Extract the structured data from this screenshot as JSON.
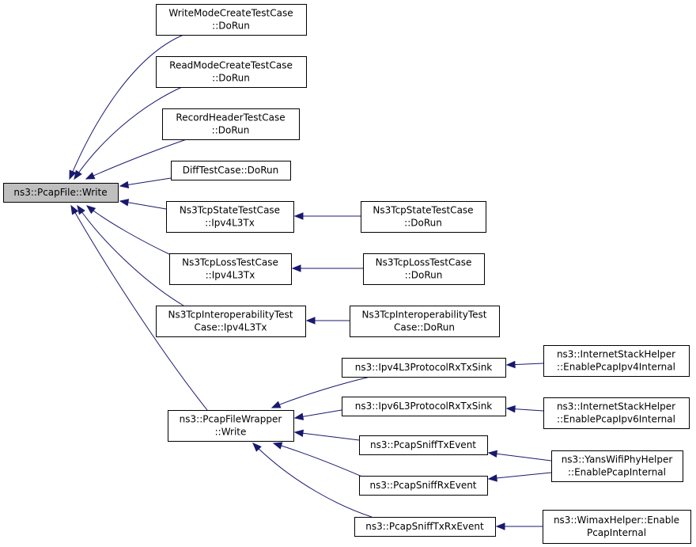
{
  "diagram": {
    "nodes": [
      {
        "id": "pcapfile_write",
        "lines": [
          "ns3::PcapFile::Write"
        ],
        "root": true
      },
      {
        "id": "writemode",
        "lines": [
          "WriteModeCreateTestCase",
          "::DoRun"
        ]
      },
      {
        "id": "readmode",
        "lines": [
          "ReadModeCreateTestCase",
          "::DoRun"
        ]
      },
      {
        "id": "recordheader",
        "lines": [
          "RecordHeaderTestCase",
          "::DoRun"
        ]
      },
      {
        "id": "difftest",
        "lines": [
          "DiffTestCase::DoRun"
        ]
      },
      {
        "id": "tcpstate_ipv4",
        "lines": [
          "Ns3TcpStateTestCase",
          "::Ipv4L3Tx"
        ]
      },
      {
        "id": "tcpstate_dorun",
        "lines": [
          "Ns3TcpStateTestCase",
          "::DoRun"
        ]
      },
      {
        "id": "tcploss_ipv4",
        "lines": [
          "Ns3TcpLossTestCase",
          "::Ipv4L3Tx"
        ]
      },
      {
        "id": "tcploss_dorun",
        "lines": [
          "Ns3TcpLossTestCase",
          "::DoRun"
        ]
      },
      {
        "id": "tcpinterop_ipv4",
        "lines": [
          "Ns3TcpInteroperabilityTest",
          "Case::Ipv4L3Tx"
        ]
      },
      {
        "id": "tcpinterop_dorun",
        "lines": [
          "Ns3TcpInteroperabilityTest",
          "Case::DoRun"
        ]
      },
      {
        "id": "wrapper_write",
        "lines": [
          "ns3::PcapFileWrapper",
          "::Write"
        ]
      },
      {
        "id": "ipv4sink",
        "lines": [
          "ns3::Ipv4L3ProtocolRxTxSink"
        ]
      },
      {
        "id": "ipv6sink",
        "lines": [
          "ns3::Ipv6L3ProtocolRxTxSink"
        ]
      },
      {
        "id": "snifftx",
        "lines": [
          "ns3::PcapSniffTxEvent"
        ]
      },
      {
        "id": "sniffrx",
        "lines": [
          "ns3::PcapSniffRxEvent"
        ]
      },
      {
        "id": "snifftxrx",
        "lines": [
          "ns3::PcapSniffTxRxEvent"
        ]
      },
      {
        "id": "inet_ipv4",
        "lines": [
          "ns3::InternetStackHelper",
          "::EnablePcapIpv4Internal"
        ]
      },
      {
        "id": "inet_ipv6",
        "lines": [
          "ns3::InternetStackHelper",
          "::EnablePcapIpv6Internal"
        ]
      },
      {
        "id": "yans",
        "lines": [
          "ns3::YansWifiPhyHelper",
          "::EnablePcapInternal"
        ]
      },
      {
        "id": "wimax",
        "lines": [
          "ns3::WimaxHelper::Enable",
          "PcapInternal"
        ]
      }
    ],
    "edges": [
      {
        "from": "writemode",
        "to": "pcapfile_write"
      },
      {
        "from": "readmode",
        "to": "pcapfile_write"
      },
      {
        "from": "recordheader",
        "to": "pcapfile_write"
      },
      {
        "from": "difftest",
        "to": "pcapfile_write"
      },
      {
        "from": "tcpstate_ipv4",
        "to": "pcapfile_write"
      },
      {
        "from": "tcploss_ipv4",
        "to": "pcapfile_write"
      },
      {
        "from": "tcpinterop_ipv4",
        "to": "pcapfile_write"
      },
      {
        "from": "wrapper_write",
        "to": "pcapfile_write"
      },
      {
        "from": "tcpstate_dorun",
        "to": "tcpstate_ipv4"
      },
      {
        "from": "tcploss_dorun",
        "to": "tcploss_ipv4"
      },
      {
        "from": "tcpinterop_dorun",
        "to": "tcpinterop_ipv4"
      },
      {
        "from": "ipv4sink",
        "to": "wrapper_write"
      },
      {
        "from": "ipv6sink",
        "to": "wrapper_write"
      },
      {
        "from": "snifftx",
        "to": "wrapper_write"
      },
      {
        "from": "sniffrx",
        "to": "wrapper_write"
      },
      {
        "from": "snifftxrx",
        "to": "wrapper_write"
      },
      {
        "from": "inet_ipv4",
        "to": "ipv4sink"
      },
      {
        "from": "inet_ipv6",
        "to": "ipv6sink"
      },
      {
        "from": "yans",
        "to": "snifftx"
      },
      {
        "from": "yans",
        "to": "sniffrx"
      },
      {
        "from": "wimax",
        "to": "snifftxrx"
      }
    ]
  }
}
